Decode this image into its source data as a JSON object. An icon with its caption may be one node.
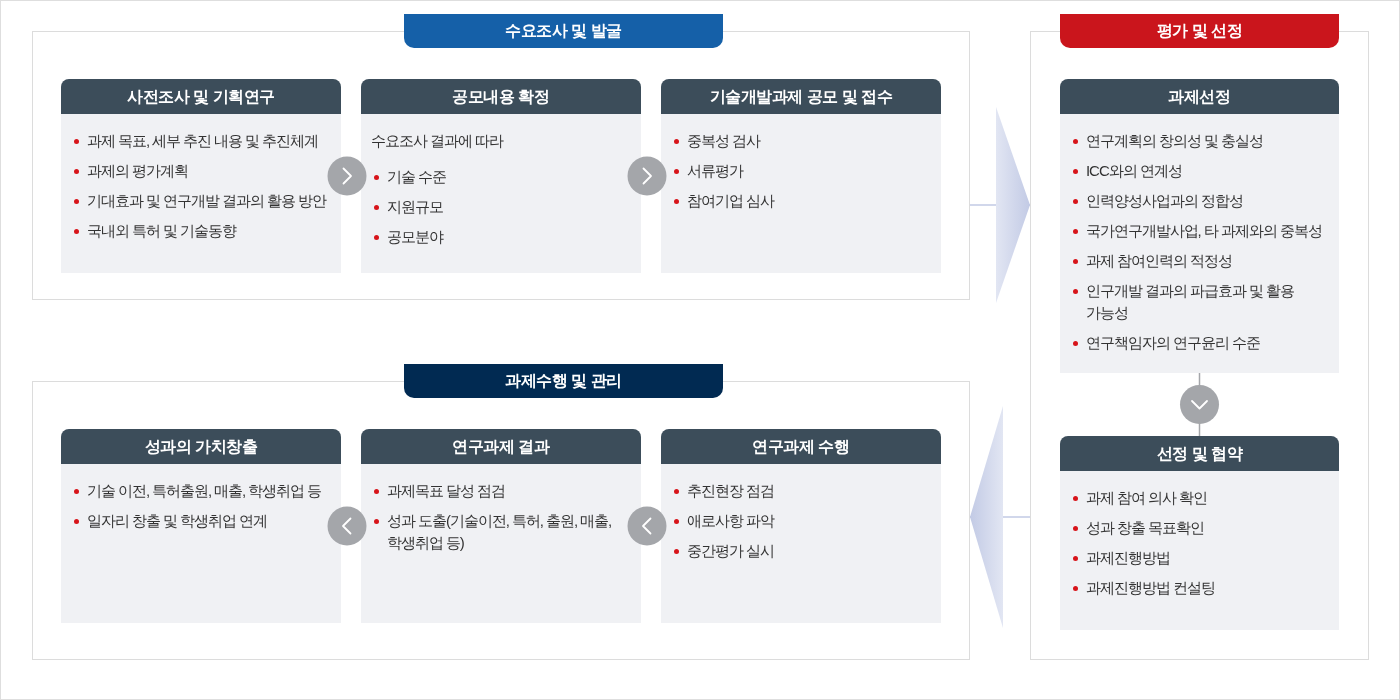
{
  "diagram": {
    "nodes": [
      {
        "text": [
          "수요조사 및 발굴"
        ]
      },
      {
        "text": [
          "사전조사 및 기획연구",
          "과제 목표, 세부 추진 내용 및 추진체계",
          "과제의 평가계획",
          "기대효과 및 연구개발 결과의 활용 방안",
          "국내외 특허 및 기술동향"
        ],
        "in": 0
      },
      {
        "text": [
          "공모내용 확정",
          "수요조사 결과에 따라",
          "기술 수준",
          "지원규모",
          "공모분야"
        ],
        "in": 0
      },
      {
        "text": [
          "기술개발과제 공모 및 접수",
          "중복성 검사",
          "서류평가",
          "참여기업 심사"
        ],
        "in": 0
      },
      {
        "text": [
          "평가 및 선정"
        ]
      },
      {
        "text": [
          "과제선정",
          "연구계획의 창의성 및 충실성",
          "ICC와의 연계성",
          "인력양성사업과의 정합성",
          "국가연구개발사업, 타 과제와의 중복성",
          "과제 참여인력의 적정성",
          "인구개발 결과의 파급효과 및 활용 가능성",
          "연구책임자의 연구윤리 수준"
        ],
        "in": 4
      },
      {
        "text": [
          "선정 및 협약",
          "과제 참여 의사 확인",
          "성과 창출 목표확인",
          "과제진행방법",
          "과제진행방법 컨설팅"
        ],
        "in": 4
      },
      {
        "text": [
          "과제수행 및 관리"
        ]
      },
      {
        "text": [
          "성과의 가치창출",
          "기술 이전, 특허출원, 매출, 학생취업 등",
          "일자리 창출 및 학생취업 연계"
        ],
        "in": 7
      },
      {
        "text": [
          "연구과제 결과",
          "과제목표 달성 점검",
          "성과 도출(기술이전, 특허, 출원, 매출, 학생취업 등)"
        ],
        "in": 7
      },
      {
        "text": [
          "연구과제 수행",
          "추진현장 점검",
          "애로사항 파악",
          "중간평가 실시"
        ],
        "in": 7
      }
    ],
    "edges": [
      {
        "from": 1,
        "to": 2,
        "arrow": "to"
      },
      {
        "from": 2,
        "to": 3,
        "arrow": "to"
      },
      {
        "from": 0,
        "to": 4,
        "arrow": "to"
      },
      {
        "from": 5,
        "to": 6,
        "arrow": "to"
      },
      {
        "from": 4,
        "to": 7,
        "arrow": "to"
      },
      {
        "from": 10,
        "to": 9,
        "arrow": "to"
      },
      {
        "from": 9,
        "to": 8,
        "arrow": "to"
      }
    ]
  }
}
